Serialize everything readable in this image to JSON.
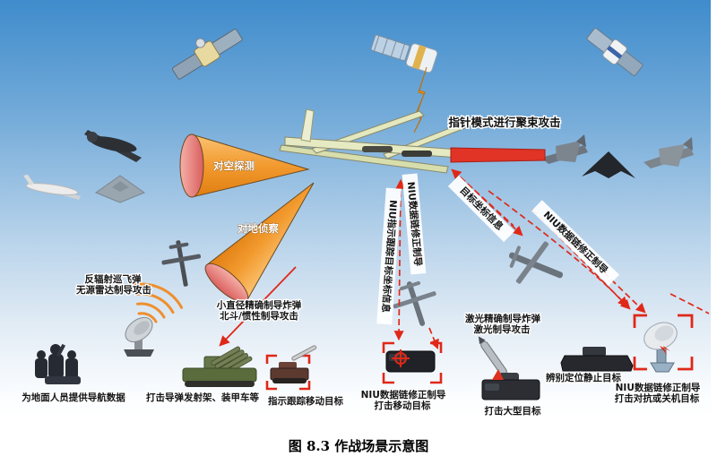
{
  "caption": "图 8.3 作战场景示意图",
  "colors": {
    "accent_red": "#e02818",
    "cone_orange": "#f29a2e",
    "sky_blue": "#4a94d2"
  },
  "labels": {
    "beam_attack": "指针模式进行聚束攻击",
    "air_detect": "对空探测",
    "ground_recon": "对地侦察",
    "anti_rad_1": "反辐射巡飞弹",
    "anti_rad_2": "无源雷达制导攻击",
    "sdb_1": "小直径精确制导炸弹",
    "sdb_2": "北斗/惯性制导攻击",
    "band_track": "NIU指示跟踪目标坐标信息",
    "band_correct_1": "NIU数据链修正制导",
    "band_coord": "目标坐标信息",
    "band_correct_2": "NIU数据链修正制导",
    "laser_1": "激光精确制导炸弹",
    "laser_2": "激光制导攻击",
    "nav_data": "为地面人员提供导航数据",
    "strike_launcher": "打击导弹发射架、装甲车等",
    "track_moving": "指示跟踪移动目标",
    "moving_1": "NIU数据链修正制导",
    "moving_2": "打击移动目标",
    "large_target": "打击大型目标",
    "identify_static": "辨别定位静止目标",
    "counter_1": "NIU数据链修正制导",
    "counter_2": "打击对抗或关机目标"
  },
  "icons": {
    "satellites": [
      "satellite-icon-left",
      "satellite-icon-mid",
      "satellite-icon-right"
    ],
    "air": [
      "main-uav",
      "dark-drone-icon",
      "predator-drone-icon",
      "flying-wing-icon",
      "fighter-jet-icon",
      "stealth-bomber-icon",
      "fighter-jet2-icon"
    ],
    "small_drones": [
      "recon-drone-icon",
      "strike-drone-left-icon",
      "strike-drone-mid-icon",
      "strike-drone-right-icon"
    ],
    "ground": [
      "soldiers-icon",
      "satellite-dish-icon",
      "missile-launcher-icon",
      "armored-vehicle-icon",
      "transporter-icon",
      "cruise-missile-icon",
      "large-vehicle-icon",
      "apc-icon",
      "radar-dish-icon"
    ],
    "symbols": [
      "lightning-bolt-icon",
      "radio-waves-icon",
      "target-bracket-icon",
      "crosshair-icon",
      "detection-cone-icon",
      "beam-attack-icon"
    ]
  }
}
